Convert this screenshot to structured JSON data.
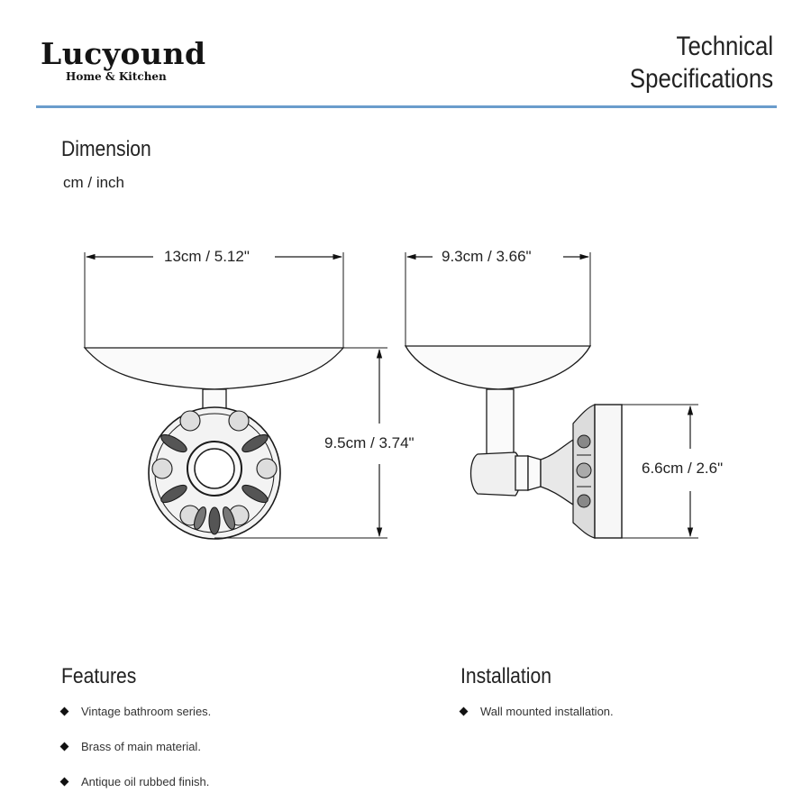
{
  "brand": {
    "name": "Lucyound",
    "tagline": "Home & Kitchen"
  },
  "header": {
    "title_line1": "Technical",
    "title_line2": "Specifications",
    "rule_color": "#6a9ccc"
  },
  "dimension": {
    "title": "Dimension",
    "units": "cm / inch",
    "front_width": "13cm / 5.12\"",
    "side_depth": "9.3cm / 3.66\"",
    "height": "9.5cm / 3.74\"",
    "base_height": "6.6cm / 2.6\""
  },
  "features": {
    "title": "Features",
    "items": [
      "Vintage bathroom series.",
      "Brass of main material.",
      "Antique oil rubbed finish."
    ]
  },
  "installation": {
    "title": "Installation",
    "items": [
      "Wall mounted installation."
    ]
  }
}
